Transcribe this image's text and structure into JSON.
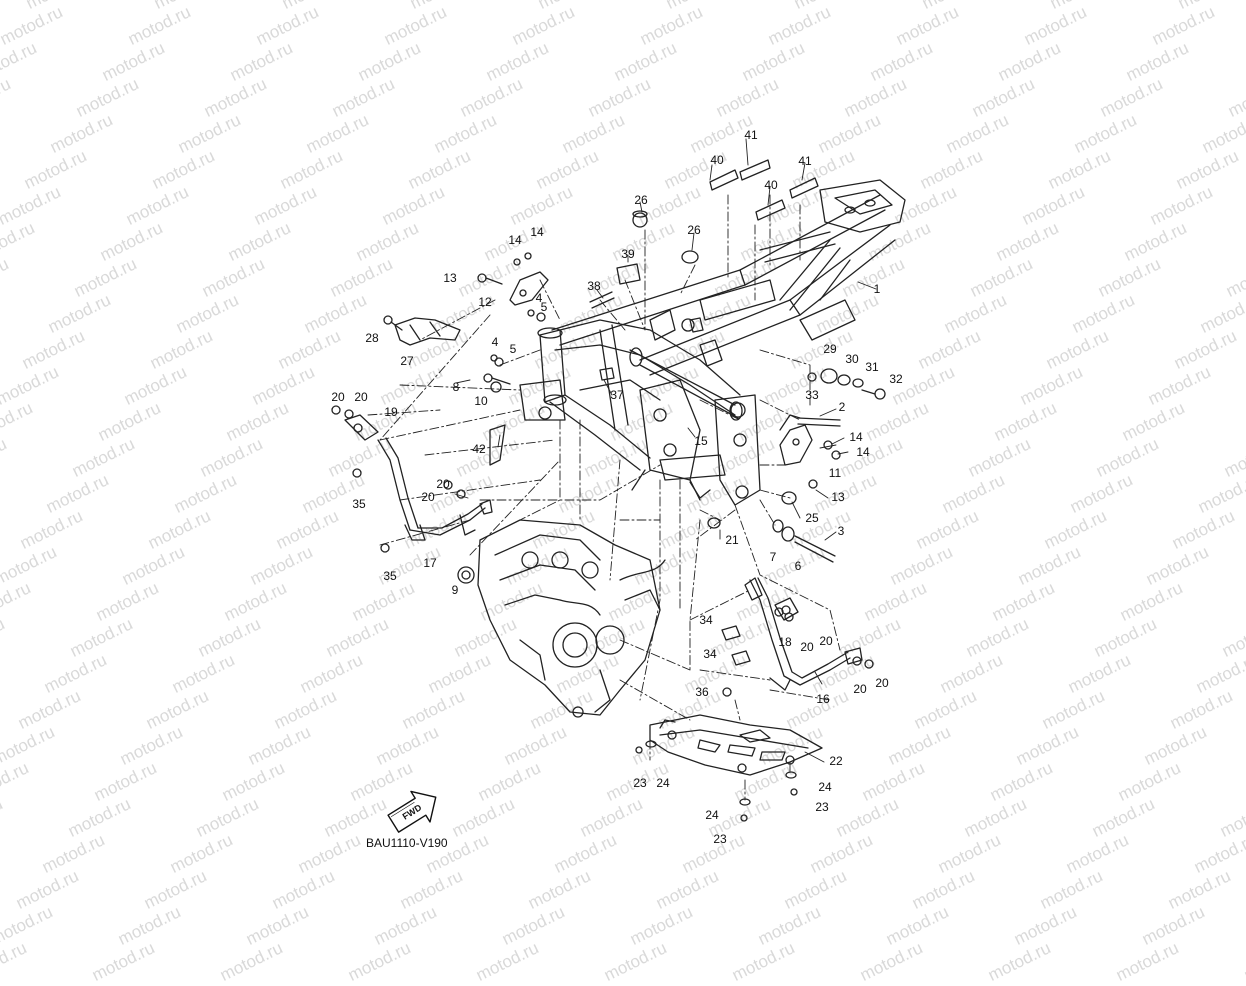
{
  "watermark": "motod.ru",
  "diagram_code": "BAU1110-V190",
  "fwd_label": "FWD",
  "callouts": [
    "1",
    "2",
    "3",
    "4",
    "4",
    "5",
    "5",
    "6",
    "7",
    "8",
    "9",
    "10",
    "11",
    "12",
    "13",
    "13",
    "14",
    "14",
    "14",
    "14",
    "15",
    "16",
    "17",
    "18",
    "19",
    "20",
    "20",
    "20",
    "20",
    "20",
    "20",
    "20",
    "20",
    "21",
    "22",
    "23",
    "23",
    "23",
    "24",
    "24",
    "24",
    "25",
    "26",
    "26",
    "27",
    "28",
    "29",
    "30",
    "31",
    "32",
    "33",
    "34",
    "34",
    "35",
    "35",
    "36",
    "37",
    "38",
    "39",
    "40",
    "40",
    "41",
    "41",
    "42"
  ],
  "colors": {
    "line": "#222222",
    "watermark": "#d9d9d9",
    "background": "#ffffff"
  }
}
